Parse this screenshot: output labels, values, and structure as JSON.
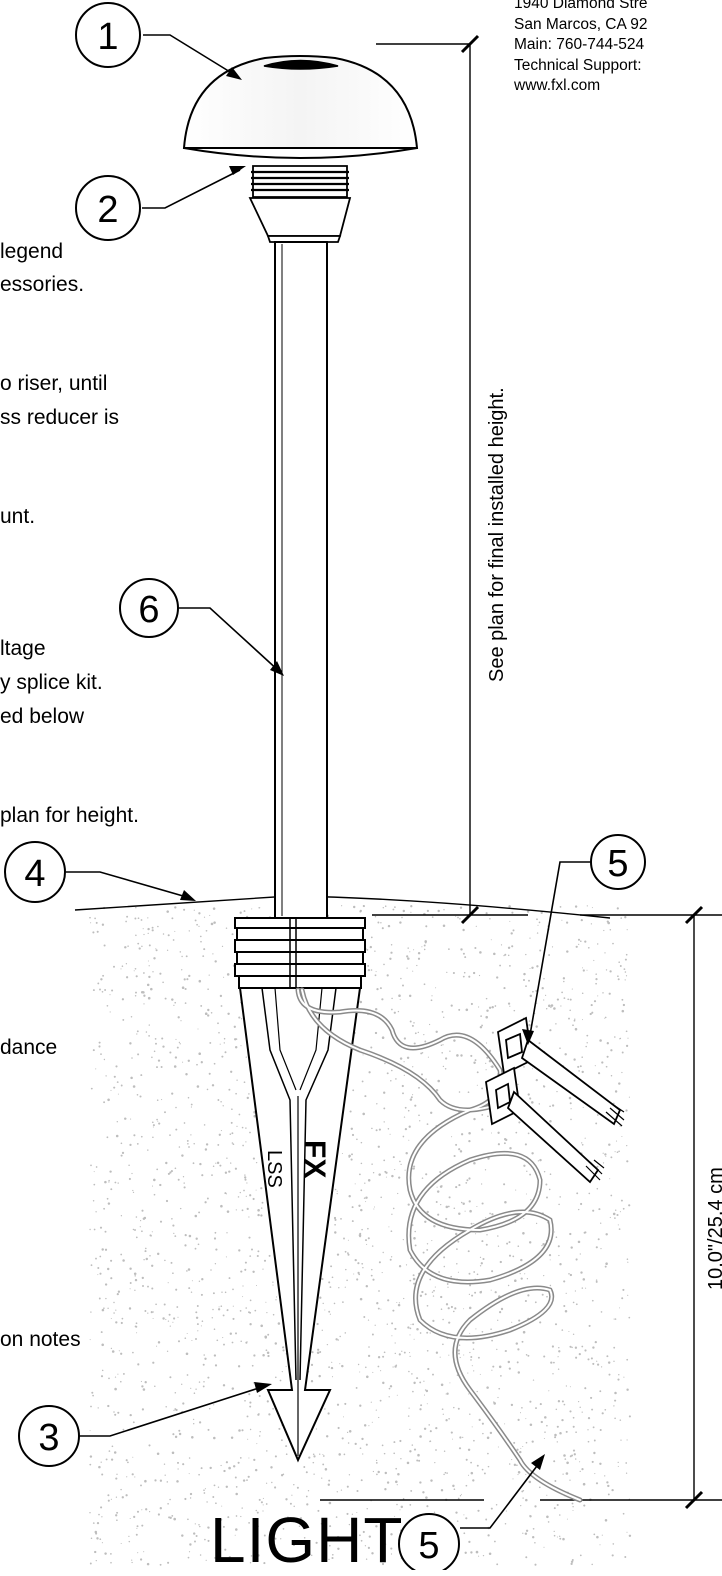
{
  "company_block": {
    "lines": [
      "1940 Diamond Stre",
      "San Marcos, CA 92",
      "Main: 760-744-524",
      "Technical Support:",
      "www.fxl.com"
    ]
  },
  "notes": [
    "legend",
    "essories.",
    "o riser, until",
    "ss reducer is",
    "unt.",
    "ltage",
    "y splice kit.",
    "ed below",
    "plan for height.",
    "dance",
    "on notes"
  ],
  "dimensions": {
    "installed_height_label": "See plan for final installed height.",
    "stake_depth_label": "10.0\"/25.4 cm"
  },
  "callouts": [
    "1",
    "2",
    "6",
    "4",
    "5",
    "3",
    "5"
  ],
  "stake_marks": {
    "brand_logo": "FX",
    "model": "LSS"
  },
  "title_fragment": "LIGHT",
  "colors": {
    "line": "#000000",
    "soil": "#bdbdbd",
    "wire": "#9a9a9a",
    "background": "#ffffff"
  }
}
